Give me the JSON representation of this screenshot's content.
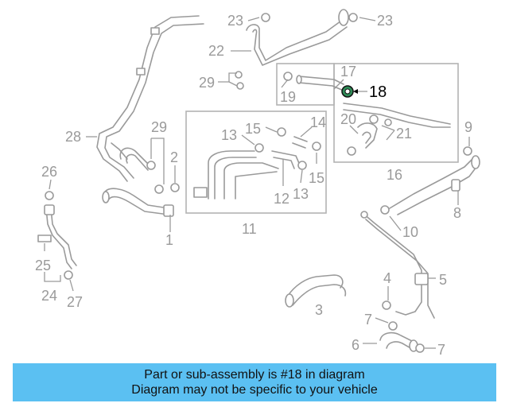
{
  "diagram": {
    "highlight_callout": "18",
    "callouts": {
      "c1": "1",
      "c2": "2",
      "c3": "3",
      "c4": "4",
      "c5": "5",
      "c6": "6",
      "c7a": "7",
      "c7b": "7",
      "c8": "8",
      "c9": "9",
      "c10": "10",
      "c11": "11",
      "c12": "12",
      "c13a": "13",
      "c13b": "13",
      "c14": "14",
      "c15a": "15",
      "c15b": "15",
      "c16": "16",
      "c17": "17",
      "c19": "19",
      "c20": "20",
      "c21": "21",
      "c22": "22",
      "c23a": "23",
      "c23b": "23",
      "c24": "24",
      "c25": "25",
      "c26": "26",
      "c27": "27",
      "c28": "28",
      "c29a": "29",
      "c29b": "29"
    },
    "colors": {
      "highlight_part": "#2e8b57",
      "banner": "#5bc0f2"
    }
  },
  "banner": {
    "line1": "Part or sub-assembly is #18 in diagram",
    "line2": "Diagram may not be specific to your vehicle"
  }
}
